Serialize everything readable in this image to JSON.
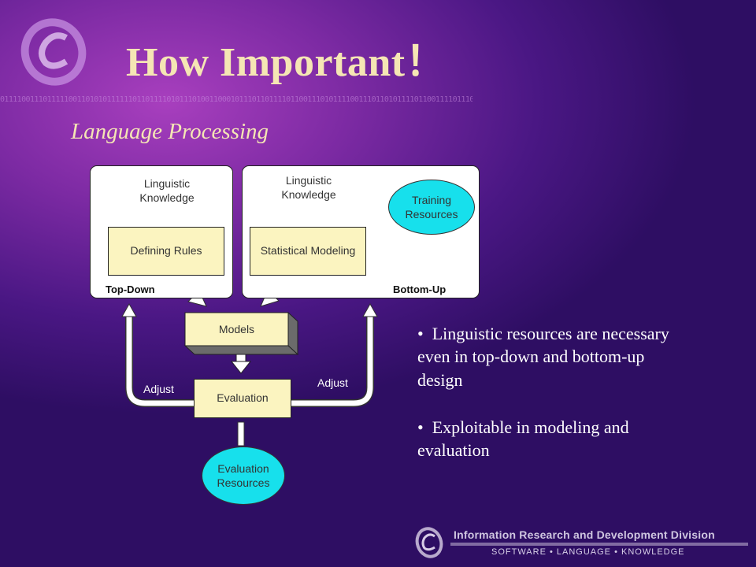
{
  "slide": {
    "title": "How Important！",
    "binary_strip": "0111100111011111001101010111111011011110101110100110001011101101111011001110101111001110110101111011001111011101101110",
    "subtitle": "Language Processing"
  },
  "diagram": {
    "top_down": {
      "corner_label": "Top-Down",
      "knowledge": "Linguistic Knowledge",
      "rules": "Defining Rules"
    },
    "bottom_up": {
      "corner_label": "Bottom-Up",
      "knowledge": "Linguistic Knowledge",
      "modeling": "Statistical Modeling",
      "resources": "Training Resources"
    },
    "models": "Models",
    "evaluation": "Evaluation",
    "evaluation_resources": "Evaluation Resources",
    "adjust_left": "Adjust",
    "adjust_right": "Adjust"
  },
  "bullets": [
    "Linguistic resources are necessary even in top-down and bottom-up design",
    "Exploitable in modeling and evaluation"
  ],
  "footer": {
    "division": "Information Research and Development Division",
    "tagline": "SOFTWARE • LANGUAGE • KNOWLEDGE"
  },
  "colors": {
    "title": "#f5e6b4",
    "box_fill": "#fbf4c0",
    "resource_fill": "#17e0ec",
    "background": "#4a1784"
  }
}
